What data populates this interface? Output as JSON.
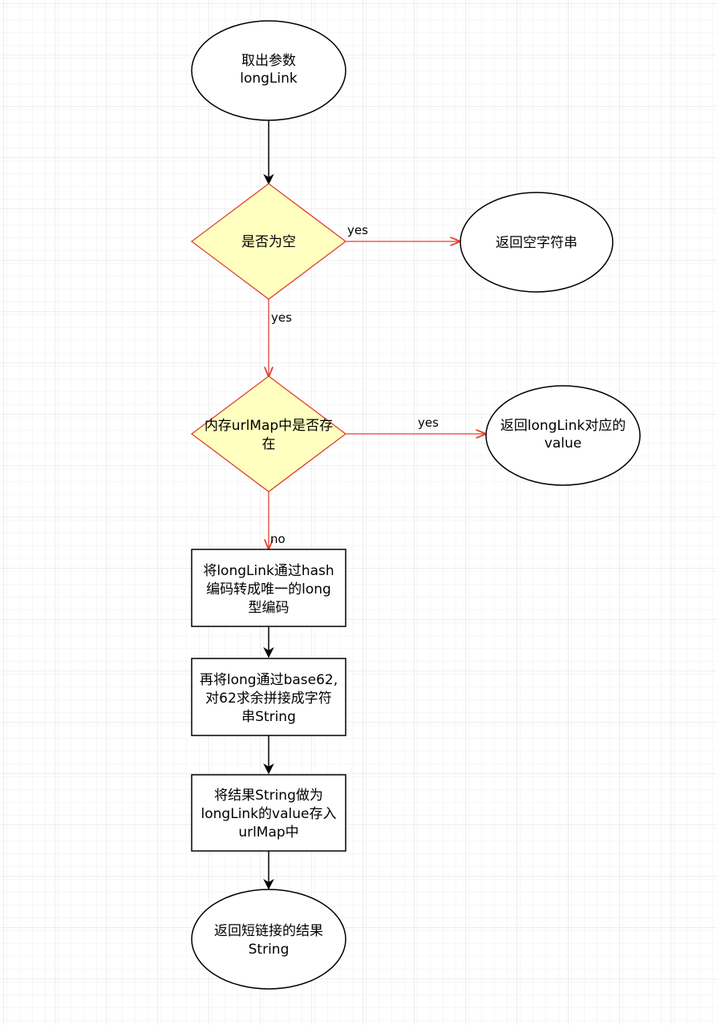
{
  "nodes": {
    "start": {
      "lines": [
        "取出参数",
        "longLink"
      ]
    },
    "empty_check": {
      "lines": [
        "是否为空"
      ]
    },
    "return_empty": {
      "lines": [
        "返回空字符串"
      ]
    },
    "map_check": {
      "lines": [
        "内存urlMap中是否存",
        "在"
      ]
    },
    "return_value": {
      "lines": [
        "返回longLink对应的",
        "value"
      ]
    },
    "hash_step": {
      "lines": [
        "将longLink通过hash",
        "编码转成唯一的long",
        "型编码"
      ]
    },
    "base62_step": {
      "lines": [
        "再将long通过base62,",
        "对62求余拼接成字符",
        "串String"
      ]
    },
    "store_step": {
      "lines": [
        "将结果String做为",
        "longLink的value存入",
        "urlMap中"
      ]
    },
    "end": {
      "lines": [
        "返回短链接的结果",
        "String"
      ]
    }
  },
  "edges": {
    "empty_yes_right": "yes",
    "empty_yes_down": "yes",
    "map_yes": "yes",
    "map_no": "no"
  },
  "colors": {
    "decision_fill": "#ffffc0",
    "decision_stroke": "#e04030",
    "node_stroke": "#000000",
    "grid_minor": "#f0f0f0",
    "grid_major": "#dcdcdc"
  }
}
